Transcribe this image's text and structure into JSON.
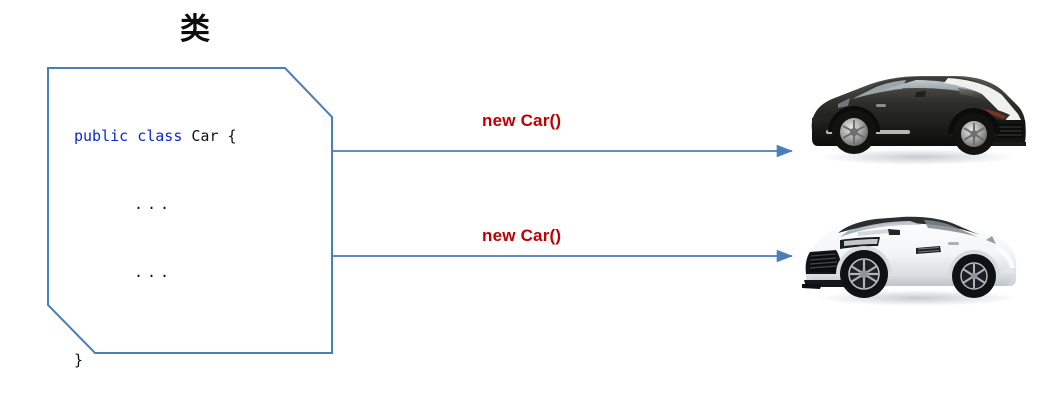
{
  "diagram": {
    "title": "类",
    "title_meaning": "class",
    "colors": {
      "outline_blue": "#4a7ebb",
      "arrow_blue": "#4a7ebb",
      "label_red": "#c00000",
      "keyword_blue": "#0a28d6",
      "code_black": "#111111",
      "background": "#ffffff"
    },
    "class_box": {
      "code_lines": [
        {
          "keyword": "public class ",
          "plain": "Car {"
        },
        {
          "keyword": "",
          "plain": "..."
        },
        {
          "keyword": "",
          "plain": "..."
        },
        {
          "keyword": "",
          "plain": "}"
        }
      ]
    },
    "arrows": [
      {
        "label": "new Car()",
        "target": "black-mustang-shelby"
      },
      {
        "label": "new Car()",
        "target": "white-aston-martin"
      }
    ],
    "objects": [
      {
        "name": "black-sports-car",
        "description": "Black Ford Mustang Shelby coupe with white racing stripes"
      },
      {
        "name": "white-sports-car",
        "description": "White Aston Martin Vanquish coupe"
      }
    ]
  }
}
